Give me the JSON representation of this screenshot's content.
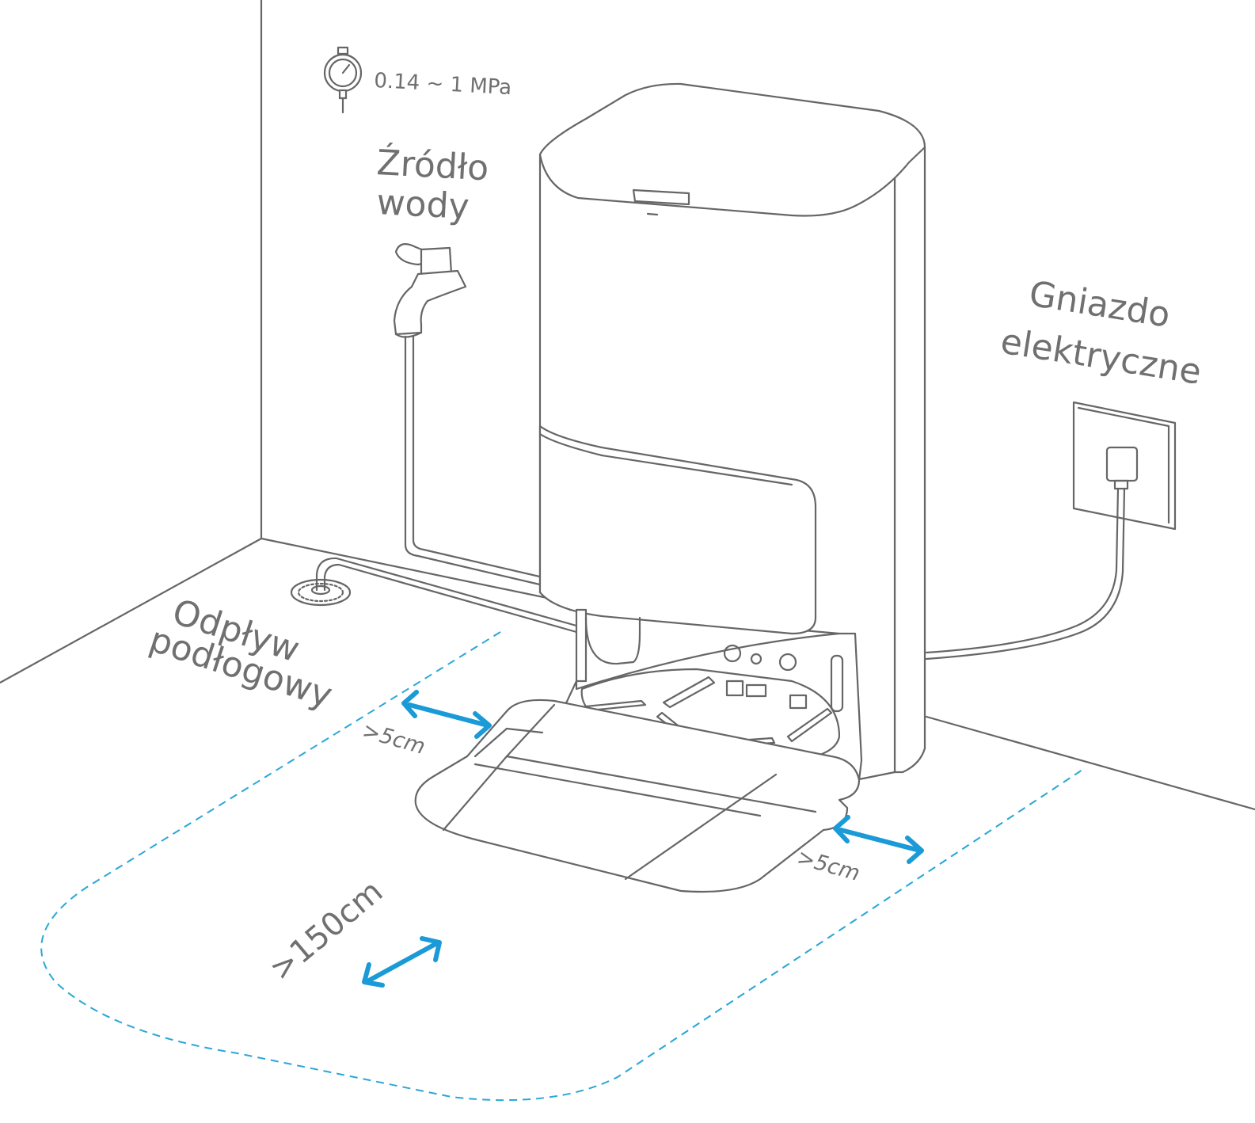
{
  "labels": {
    "pressure": "0.14 ~ 1 MPa",
    "water_source_line1": "Źródło",
    "water_source_line2": "wody",
    "socket_line1": "Gniazdo",
    "socket_line2": "elektryczne",
    "drain_line1": "Odpływ",
    "drain_line2": "podłogowy",
    "clearance_left": ">5cm",
    "clearance_right": ">5cm",
    "clearance_front": ">150cm"
  },
  "icons": {
    "pressure": "pressure-gauge-icon",
    "tap": "water-tap-icon",
    "socket": "wall-socket-icon",
    "drain": "floor-drain-icon"
  },
  "colors": {
    "line": "#666666",
    "text": "#707070",
    "accent": "#1a9ad6",
    "dashed": "#2aa7d6"
  }
}
